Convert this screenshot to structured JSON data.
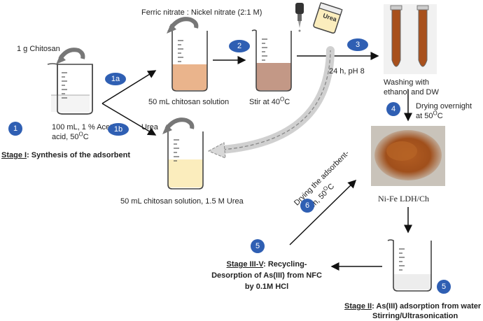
{
  "labels": {
    "ferric_nickel": "Ferric nitrate : Nickel nitrate (2:1 M)",
    "chitosan_1g": "1 g Chitosan",
    "chitosan_solution_50": "50 mL chitosan solution",
    "stir_prefix": "Stir at 40",
    "stir_sup": "O",
    "stir_suffix": "C",
    "time_ph": "24 h, pH 8",
    "washing_line1": "Washing with",
    "washing_line2": "ethanol and DW",
    "drying_line1": "Drying overnight",
    "drying_line2_prefix": "at 50",
    "drying_line2_sup": "O",
    "drying_line2_suffix": "C",
    "acetic_line1": "100 mL, 1 % Acetic",
    "acetic_line2_prefix": "acid, 50",
    "acetic_line2_sup": "O",
    "acetic_line2_suffix": "C",
    "urea": "Urea",
    "urea_tube_label": "Urea",
    "urea_solution": "50 mL chitosan solution, 1.5 M Urea",
    "product_name": "Ni-Fe LDH/Ch",
    "drying_adsorbent_line1": "Drying the adsorbent-",
    "drying_adsorbent_line2_prefix": "5h, 50",
    "drying_adsorbent_line2_sup": "O",
    "drying_adsorbent_line2_suffix": "C"
  },
  "stages": {
    "stage1_label": "Stage I",
    "stage1_text": ": Synthesis of the adsorbent",
    "stage2_label": "Stage II",
    "stage2_text": ": As(III) adsorption  from water",
    "stage2_line2": "Stirring/Ultrasonication",
    "stage3_label": "Stage III-V",
    "stage3_text": ": Recycling-",
    "stage3_line2": "Desorption  of As(III) from NFC",
    "stage3_line3": "by 0.1M HCl"
  },
  "steps": {
    "s1": "1",
    "s1a": "1a",
    "s1b": "1b",
    "s2": "2",
    "s3": "3",
    "s4": "4",
    "s5_left": "5",
    "s5_right": "5",
    "s6": "6"
  },
  "colors": {
    "step_badge": "#2f5fb3",
    "orange_solution": "#eab48c",
    "brown_solution": "#c39886",
    "yellow_solution": "#fbedbd",
    "tube_fill": "#a8501c",
    "powder": "#a8561e"
  }
}
